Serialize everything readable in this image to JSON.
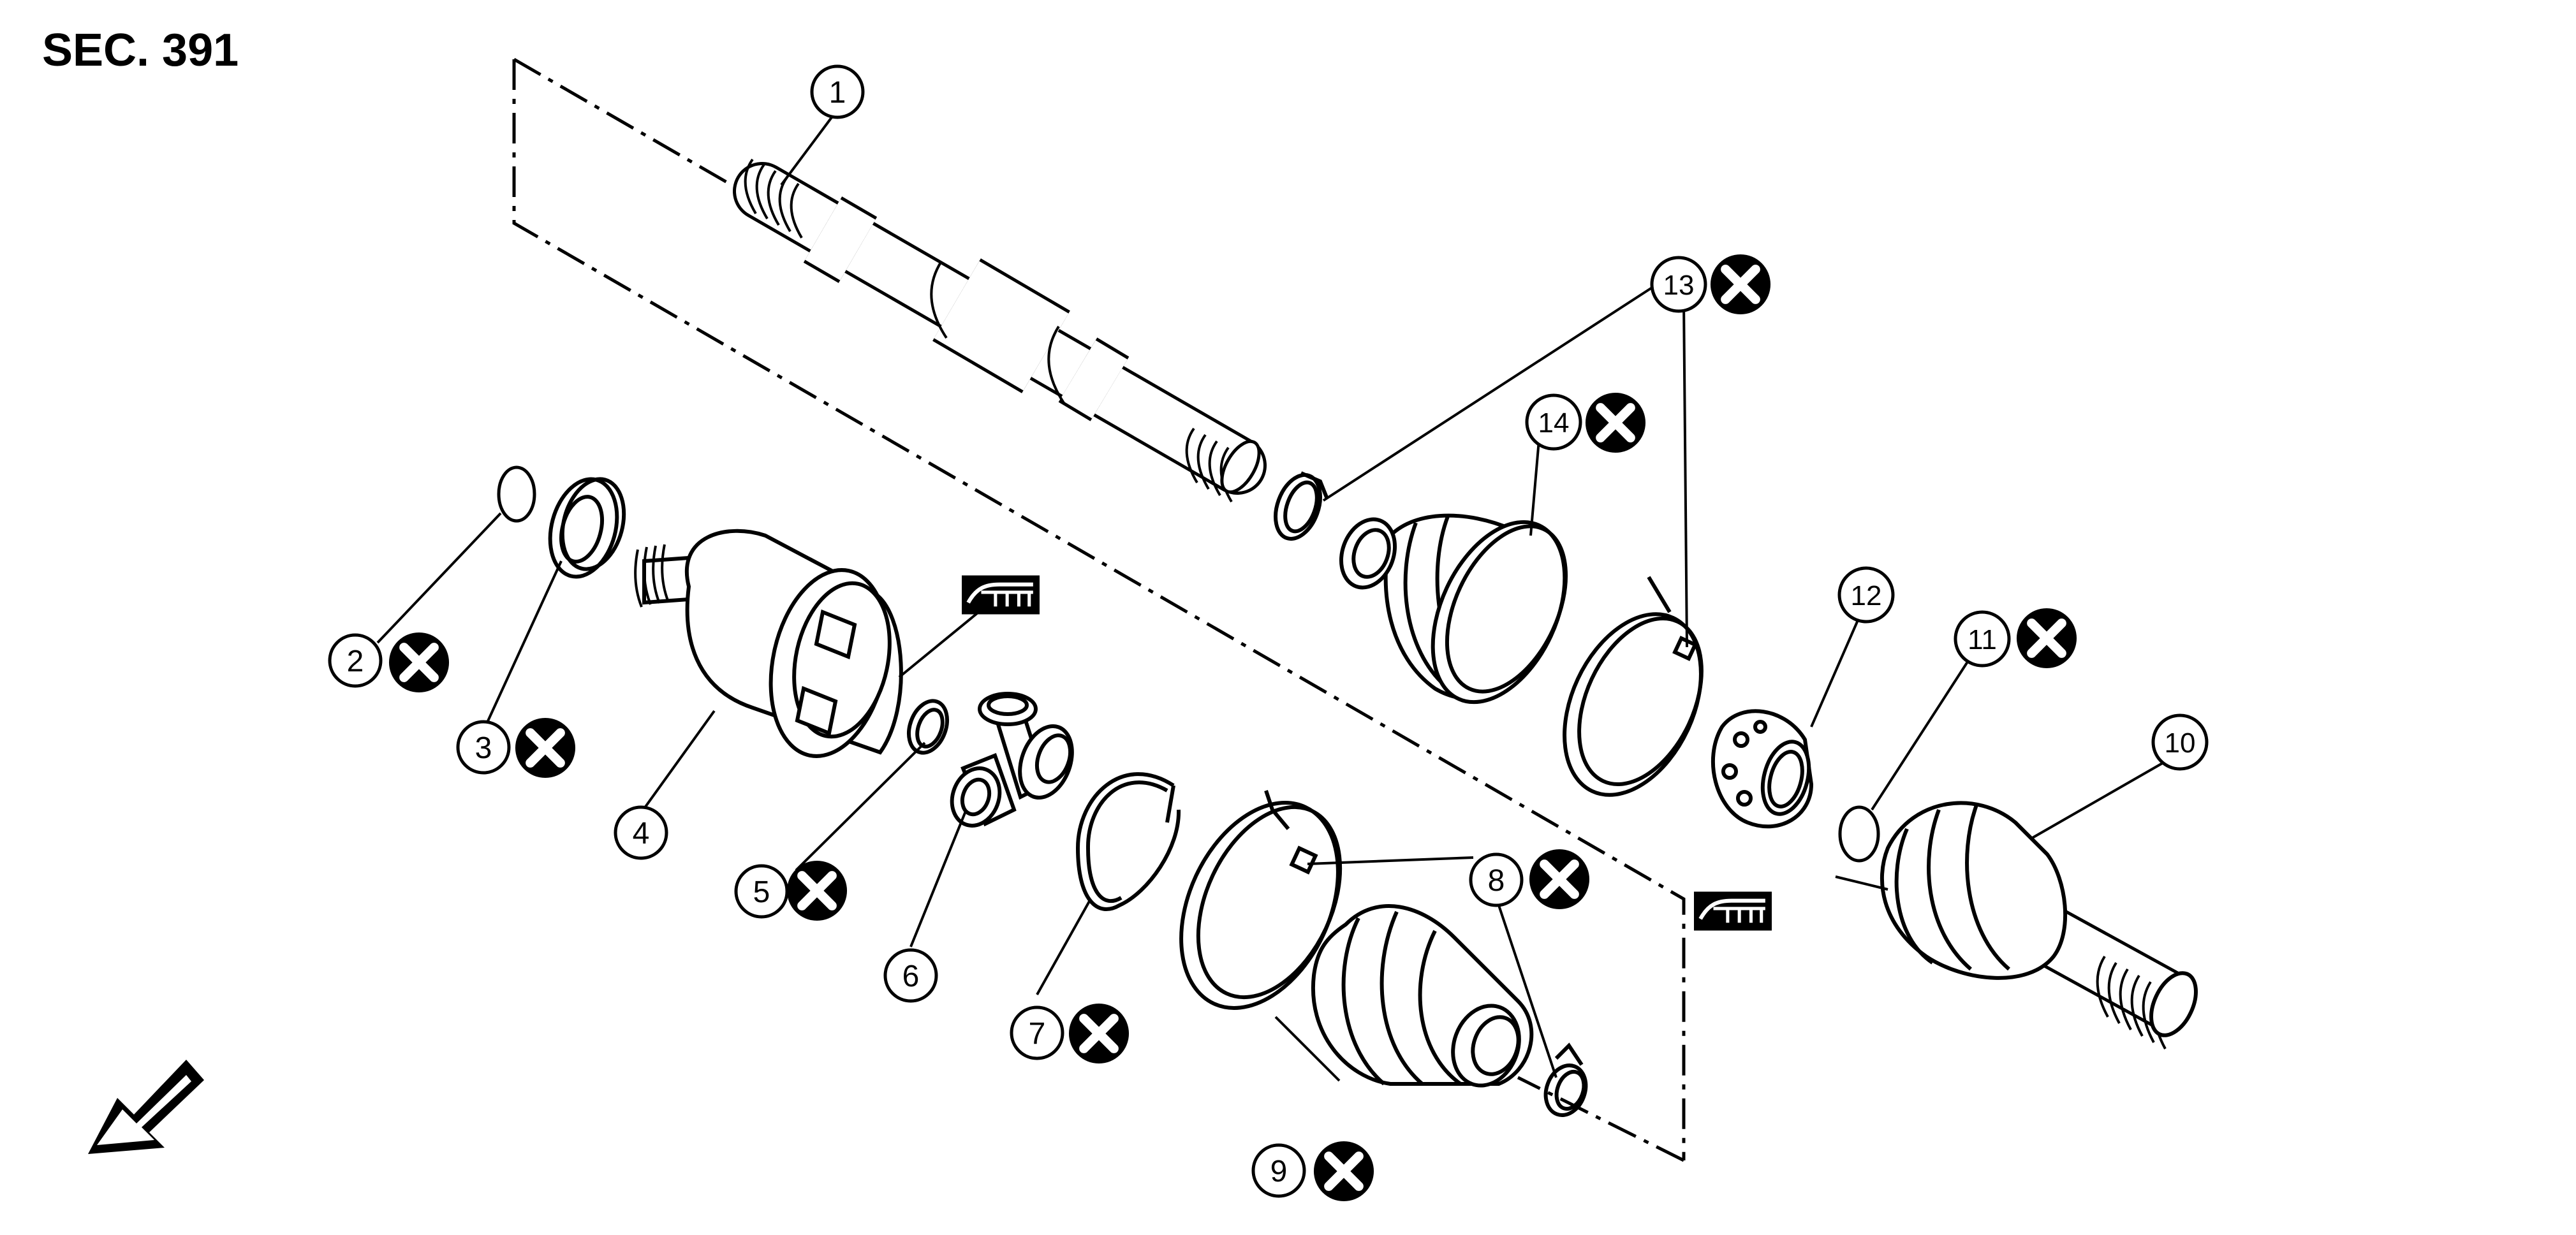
{
  "section_title": "SEC. 391",
  "colors": {
    "line": "#000000",
    "background": "#ffffff"
  },
  "icons": {
    "do_not_reuse": "x-circle-icon",
    "grease": "grease-gun-icon",
    "orientation": "front-arrow-icon"
  },
  "callouts": [
    {
      "number": "1"
    },
    {
      "number": "2"
    },
    {
      "number": "3"
    },
    {
      "number": "4"
    },
    {
      "number": "5"
    },
    {
      "number": "6"
    },
    {
      "number": "7"
    },
    {
      "number": "8"
    },
    {
      "number": "9"
    },
    {
      "number": "10"
    },
    {
      "number": "11"
    },
    {
      "number": "12"
    },
    {
      "number": "13"
    },
    {
      "number": "14"
    }
  ]
}
